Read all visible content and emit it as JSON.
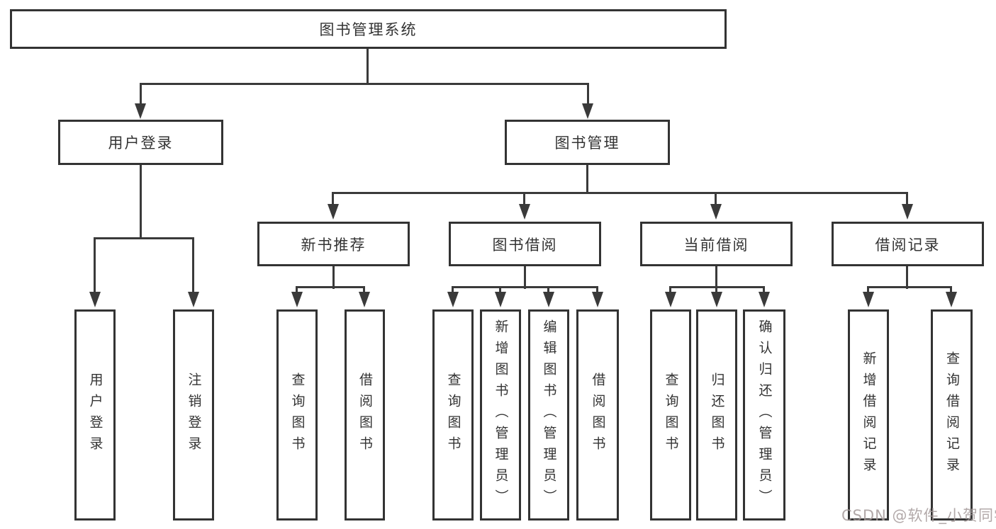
{
  "diagram": {
    "type": "tree",
    "title": "图书管理系统"
  },
  "tree": {
    "root": {
      "label": "图书管理系统",
      "children": [
        {
          "label": "用户登录",
          "children": [
            {
              "label": "用户登录"
            },
            {
              "label": "注销登录"
            }
          ]
        },
        {
          "label": "图书管理",
          "children": [
            {
              "label": "新书推荐",
              "children": [
                {
                  "label": "查询图书"
                },
                {
                  "label": "借阅图书"
                }
              ]
            },
            {
              "label": "图书借阅",
              "children": [
                {
                  "label": "查询图书"
                },
                {
                  "label": "新增图书（管理员）"
                },
                {
                  "label": "编辑图书（管理员）"
                },
                {
                  "label": "借阅图书"
                }
              ]
            },
            {
              "label": "当前借阅",
              "children": [
                {
                  "label": "查询图书"
                },
                {
                  "label": "归还图书"
                },
                {
                  "label": "确认归还（管理员）"
                }
              ]
            },
            {
              "label": "借阅记录",
              "children": [
                {
                  "label": "新增借阅记录"
                },
                {
                  "label": "查询借阅记录"
                }
              ]
            }
          ]
        }
      ]
    }
  },
  "watermark": {
    "text": "CSDN @软件_小贺同学"
  },
  "colors": {
    "background": "#ffffff",
    "line": "#3a3a3a",
    "box_border": "#333333",
    "text": "#333333",
    "watermark": "#a49a9a"
  }
}
